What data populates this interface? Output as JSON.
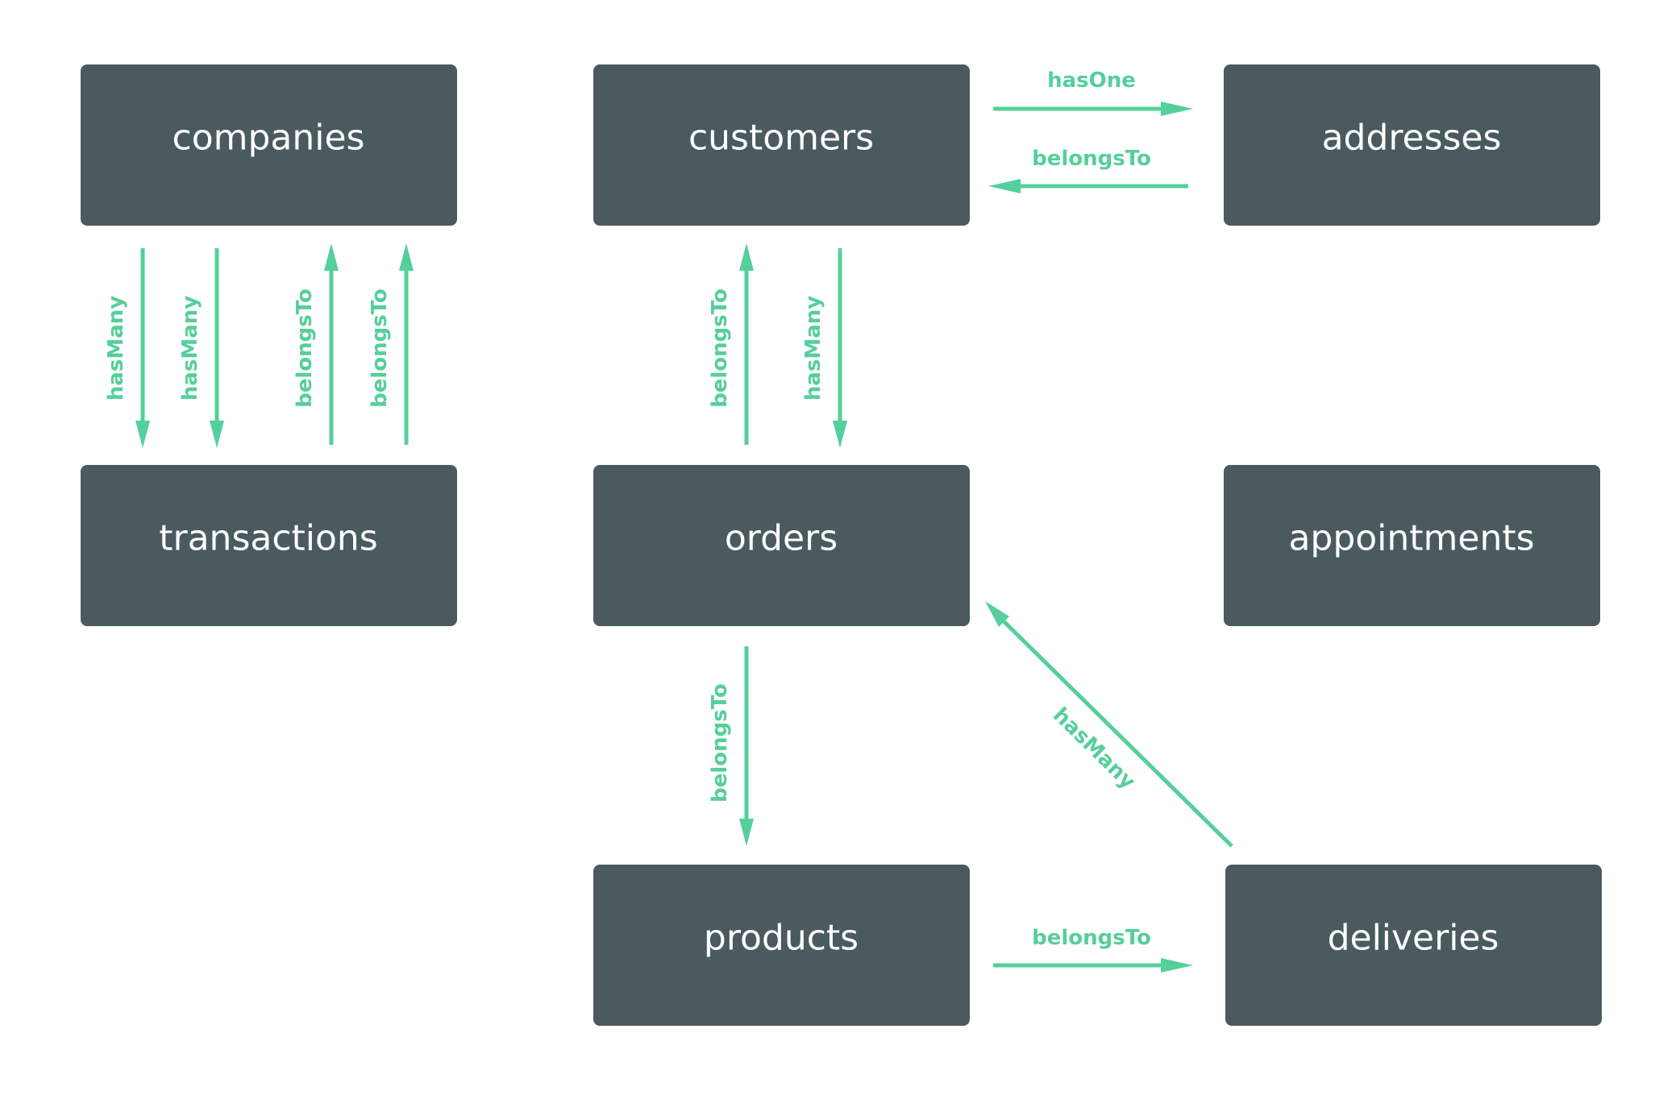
{
  "diagram": {
    "colors": {
      "background": "#ffffff",
      "node_fill": "#4a5a5f",
      "node_text": "#ffffff",
      "edge": "#55cf9b"
    },
    "nodes": [
      {
        "id": "companies",
        "label": "companies"
      },
      {
        "id": "customers",
        "label": "customers"
      },
      {
        "id": "addresses",
        "label": "addresses"
      },
      {
        "id": "transactions",
        "label": "transactions"
      },
      {
        "id": "orders",
        "label": "orders"
      },
      {
        "id": "appointments",
        "label": "appointments"
      },
      {
        "id": "products",
        "label": "products"
      },
      {
        "id": "deliveries",
        "label": "deliveries"
      }
    ],
    "edges": [
      {
        "from": "companies",
        "to": "transactions",
        "label": "hasMany"
      },
      {
        "from": "companies",
        "to": "transactions",
        "label": "hasMany"
      },
      {
        "from": "transactions",
        "to": "companies",
        "label": "belongsTo"
      },
      {
        "from": "transactions",
        "to": "companies",
        "label": "belongsTo"
      },
      {
        "from": "customers",
        "to": "addresses",
        "label": "hasOne"
      },
      {
        "from": "addresses",
        "to": "customers",
        "label": "belongsTo"
      },
      {
        "from": "orders",
        "to": "customers",
        "label": "belongsTo"
      },
      {
        "from": "customers",
        "to": "orders",
        "label": "hasMany"
      },
      {
        "from": "orders",
        "to": "products",
        "label": "belongsTo"
      },
      {
        "from": "products",
        "to": "deliveries",
        "label": "belongsTo"
      },
      {
        "from": "deliveries",
        "to": "orders",
        "label": "hasMany"
      }
    ]
  }
}
